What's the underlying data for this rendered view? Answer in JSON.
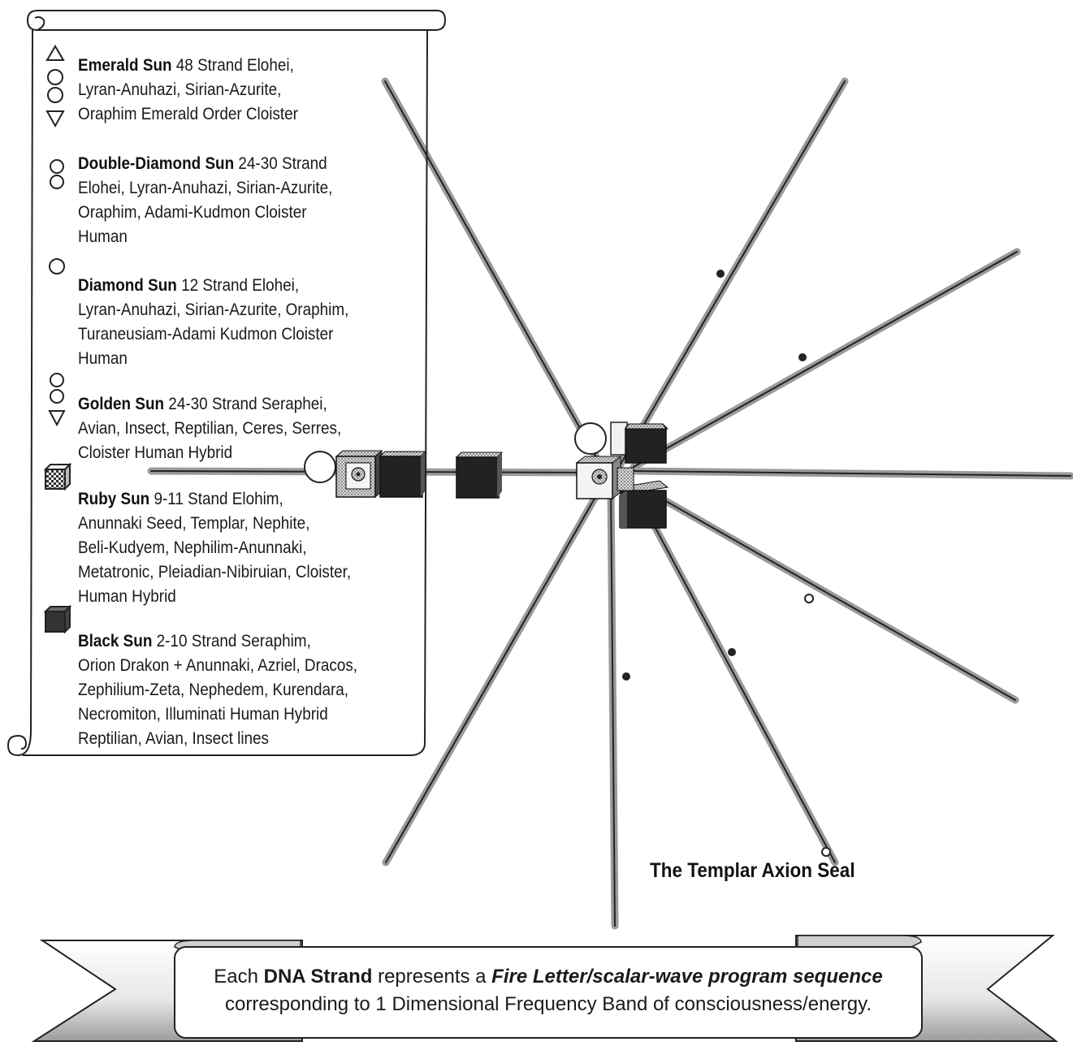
{
  "legend": {
    "items": [
      {
        "name": "Emerald Sun",
        "symbol": "triangle-circles-triangle",
        "lines": [
          "48 Strand Elohei,",
          "Lyran-Anuhazi, Sirian-Azurite,",
          "Oraphim Emerald Order Cloister"
        ]
      },
      {
        "name": "Double-Diamond Sun",
        "symbol": "double-circle",
        "lines": [
          "24-30 Strand",
          "Elohei, Lyran-Anuhazi, Sirian-Azurite,",
          "Oraphim, Adami-Kudmon Cloister",
          "Human"
        ]
      },
      {
        "name": "Diamond Sun",
        "symbol": "single-circle",
        "lines": [
          "12 Strand Elohei,",
          "Lyran-Anuhazi, Sirian-Azurite, Oraphim,",
          "Turaneusiam-Adami Kudmon Cloister",
          "Human"
        ]
      },
      {
        "name": "Golden Sun",
        "symbol": "circles-triangle",
        "lines": [
          "24-30 Strand Seraphei,",
          "Avian, Insect, Reptilian, Ceres, Serres,",
          "Cloister Human Hybrid"
        ]
      },
      {
        "name": "Ruby Sun",
        "symbol": "checkered-cube",
        "lines": [
          "9-11 Stand Elohim,",
          "Anunnaki Seed, Templar, Nephite,",
          "Beli-Kudyem, Nephilim-Anunnaki,",
          "Metatronic, Pleiadian-Nibiruian, Cloister,",
          "Human Hybrid"
        ]
      },
      {
        "name": "Black Sun",
        "symbol": "black-cube",
        "lines": [
          "2-10 Strand Seraphim,",
          "Orion Drakon + Anunnaki, Azriel, Dracos,",
          "Zephilium-Zeta, Nephedem, Kurendara,",
          "Necromiton, Illuminati Human Hybrid",
          "Reptilian, Avian, Insect lines"
        ]
      }
    ]
  },
  "seal_label": "The Templar Axion Seal",
  "banner": {
    "line1_a": "Each ",
    "line1_b": "DNA Strand",
    "line1_c": " represents a ",
    "line1_d": "Fire Letter/scalar-wave program sequence",
    "line2": "corresponding to 1 Dimensional Frequency Band of consciousness/energy."
  },
  "colors": {
    "ink": "#1a1a1a",
    "black_cube": "#222222",
    "ruby_cube": "#bdbdbd",
    "ray_shade": "#9a9a9a"
  }
}
